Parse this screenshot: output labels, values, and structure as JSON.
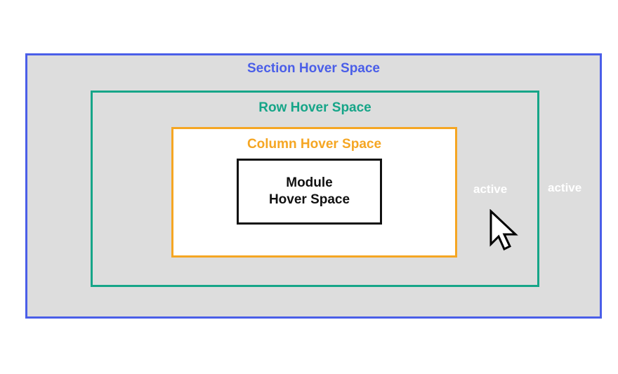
{
  "section": {
    "label": "Section Hover Space",
    "active_label": "active",
    "color": "#4a5ee8"
  },
  "row": {
    "label": "Row Hover Space",
    "active_label": "active",
    "color": "#16a588"
  },
  "column": {
    "label": "Column Hover Space",
    "color": "#f5a623"
  },
  "module": {
    "label_line1": "Module",
    "label_line2": "Hover Space",
    "color": "#111111"
  },
  "cursor": {
    "icon": "mouse-pointer-icon"
  }
}
